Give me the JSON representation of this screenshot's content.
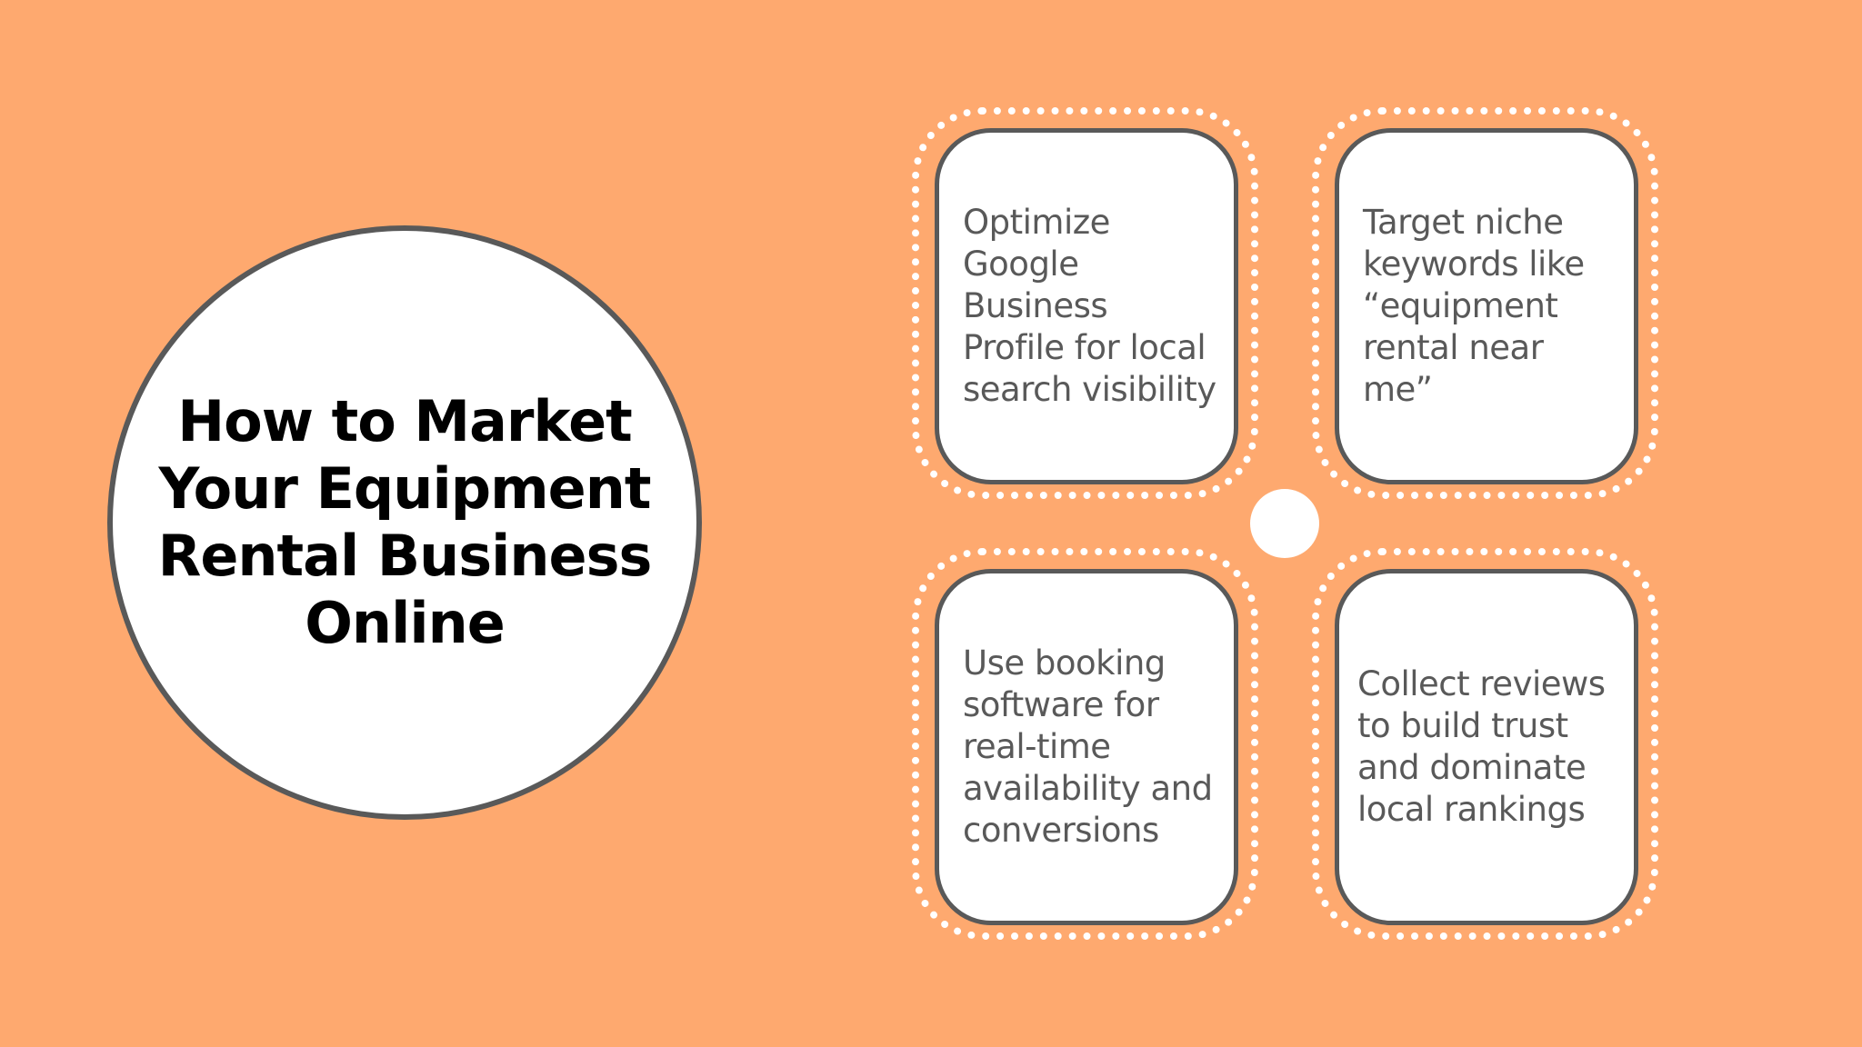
{
  "background_color": "#fea96f",
  "title": {
    "text": "How to Market Your Equipment Rental Business Online"
  },
  "cards": [
    {
      "position": "top-left",
      "text": "Optimize Google Business Profile for local search visibility"
    },
    {
      "position": "top-right",
      "text": "Target niche keywords like “equipment rental near me”"
    },
    {
      "position": "bottom-left",
      "text": "Use booking software for real-time availability and conversions"
    },
    {
      "position": "bottom-right",
      "text": "Collect reviews to build trust and dominate local rankings"
    }
  ],
  "colors": {
    "background": "#fea96f",
    "card_fill": "#ffffff",
    "card_border": "#595959",
    "dotted_border": "#ffffff",
    "title_text": "#000000",
    "body_text": "#595959"
  }
}
